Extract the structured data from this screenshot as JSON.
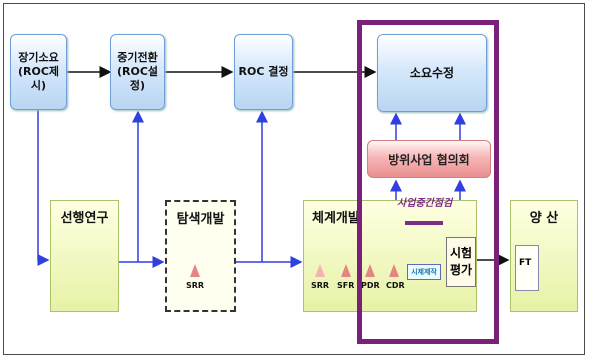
{
  "top_row": {
    "requirement": "장기소요\n(ROC제시)",
    "midterm": "중기전환\n(ROC설정)",
    "roc_decision": "ROC 결정",
    "modification": "소요수정"
  },
  "council": "방위사업 협의회",
  "bottom_row": {
    "prior_research": "선행연구",
    "exploratory": "탐색개발",
    "system_dev": "체계개발",
    "production": "양 산"
  },
  "milestones": {
    "exploratory": [
      "SRR"
    ],
    "system": [
      "SRR",
      "SFR",
      "PDR",
      "CDR"
    ]
  },
  "mid_check": "사업중간점검",
  "prototype": "시제제작",
  "test_eval": "시험\n평가",
  "ft": "FT",
  "colors": {
    "arrow_blue": "#2f3fe0",
    "purple": "#7a1f7a",
    "triangle": "#e58585"
  }
}
